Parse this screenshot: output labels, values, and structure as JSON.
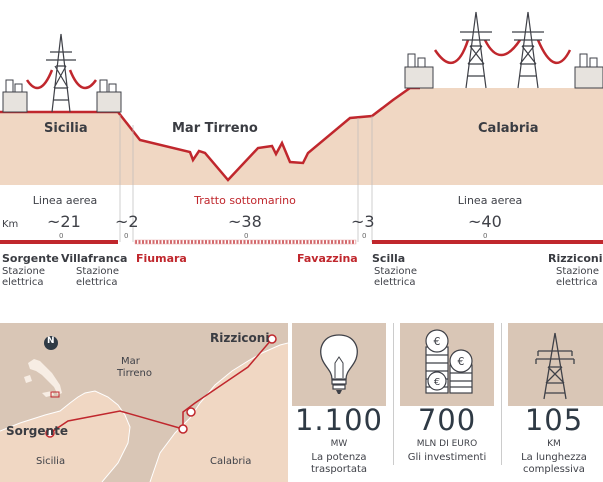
{
  "profile": {
    "regions": {
      "sicilia": "Sicilia",
      "mar": "Mar Tirreno",
      "calabria": "Calabria"
    },
    "segments": {
      "left": "Linea aerea",
      "middle": "Tratto sottomarino",
      "right": "Linea aerea"
    },
    "km_label": "Km",
    "values": [
      "~21",
      "~2",
      "~38",
      "~3",
      "~40"
    ],
    "zero": "0",
    "places": {
      "sorgente": "Sorgente",
      "villafranca": "Villafranca",
      "fiumara": "Fiumara",
      "favazzina": "Favazzina",
      "scilla": "Scilla",
      "rizziconi": "Rizziconi"
    },
    "station_line1": "Stazione",
    "station_line2": "elettrica"
  },
  "map": {
    "north": "N",
    "sea_line1": "Mar",
    "sea_line2": "Tirreno",
    "rizziconi": "Rizziconi",
    "sorgente": "Sorgente",
    "sicilia": "Sicilia",
    "calabria": "Calabria"
  },
  "stats": [
    {
      "value": "1.100",
      "unit": "MW",
      "desc1": "La potenza",
      "desc2": "trasportata",
      "icon": "lightbulb-icon"
    },
    {
      "value": "700",
      "unit": "MLN DI EURO",
      "desc1": "Gli investimenti",
      "desc2": "",
      "icon": "coins-icon"
    },
    {
      "value": "105",
      "unit": "KM",
      "desc1": "La lunghezza",
      "desc2": "complessiva",
      "icon": "pylon-icon"
    }
  ],
  "colors": {
    "land": "#f0d7c3",
    "sand": "#d9c6b6",
    "line": "#c0272d",
    "text": "#3f4148"
  }
}
